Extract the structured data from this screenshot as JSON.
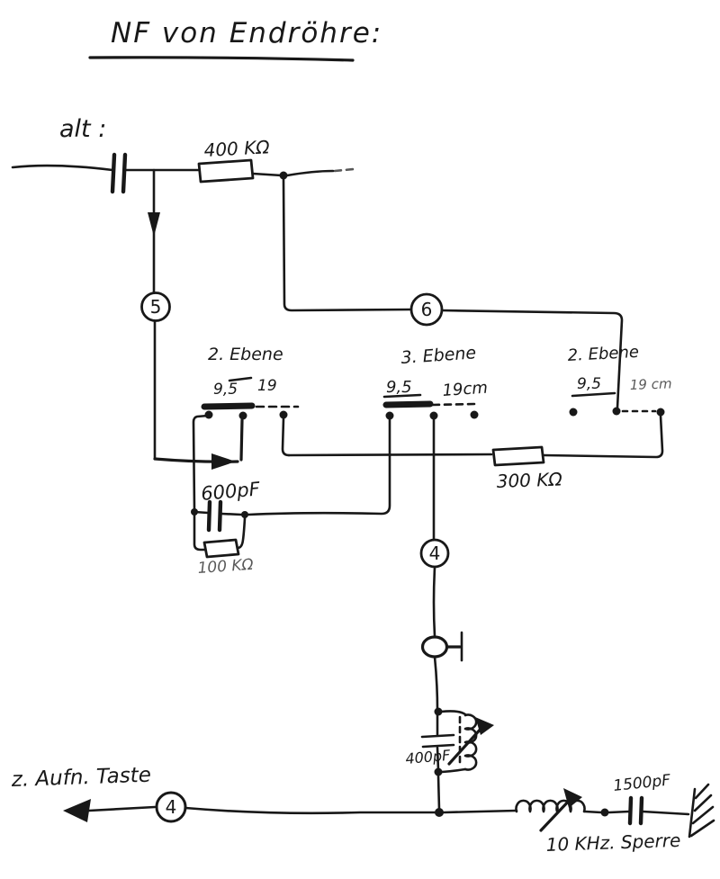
{
  "labels": {
    "title": "NF von Endröhre:",
    "alt": "alt :",
    "r_400k": "400 KΩ",
    "r_300k": "300 KΩ",
    "r_100k": "100 KΩ",
    "c_600pf": "600pF",
    "c_400pf": "400pF",
    "c_1500pf": "1500pF",
    "sperre": "10 KHz. Sperre",
    "aufn_taste": "z. Aufn. Taste",
    "ebene_g1": "2. Ebene",
    "g1_pos_a": "9,5",
    "g1_pos_b": "19",
    "ebene_g2": "3. Ebene",
    "g2_pos_a": "9,5",
    "g2_pos_b": "19cm",
    "ebene_g3": "2. Ebene",
    "g3_pos_a": "9,5",
    "g3_pos_b": "19 cm",
    "node_5": "5",
    "node_6": "6",
    "node_4a": "4",
    "node_4b": "4"
  },
  "colors": {
    "ink": "#181818",
    "paper": "#ffffff"
  }
}
